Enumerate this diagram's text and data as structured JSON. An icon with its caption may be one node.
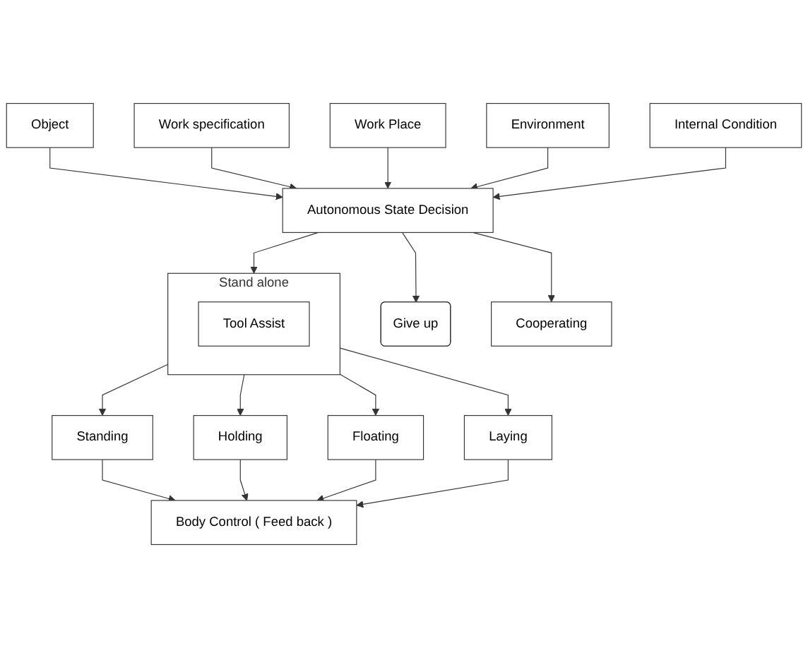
{
  "diagram": {
    "nodes": [
      {
        "text": [
          "Object"
        ]
      },
      {
        "text": [
          "Work specification"
        ]
      },
      {
        "text": [
          "Work Place"
        ]
      },
      {
        "text": [
          "Environment"
        ]
      },
      {
        "text": [
          "Internal Condition"
        ]
      },
      {
        "text": [
          "Autonomous State Decision"
        ]
      },
      {
        "text": [
          "Give up"
        ]
      },
      {
        "text": [
          "Cooperating"
        ]
      },
      {
        "text": [
          "Stand alone"
        ]
      },
      {
        "text": [
          "Tool Assist"
        ],
        "in": 8
      },
      {
        "text": [
          "Standing"
        ]
      },
      {
        "text": [
          "Holding"
        ]
      },
      {
        "text": [
          "Floating"
        ]
      },
      {
        "text": [
          "Laying"
        ]
      },
      {
        "text": [
          "Body Control ( Feed back )"
        ]
      }
    ],
    "edges": [
      {
        "from": 0,
        "to": 5,
        "arrow": "to"
      },
      {
        "from": 1,
        "to": 5,
        "arrow": "to"
      },
      {
        "from": 2,
        "to": 5,
        "arrow": "to"
      },
      {
        "from": 3,
        "to": 5,
        "arrow": "to"
      },
      {
        "from": 4,
        "to": 5,
        "arrow": "to"
      },
      {
        "from": 5,
        "to": 6,
        "arrow": "to"
      },
      {
        "from": 5,
        "to": 7,
        "arrow": "to"
      },
      {
        "from": 5,
        "to": 8,
        "arrow": "to"
      },
      {
        "from": 8,
        "to": 10,
        "arrow": "to"
      },
      {
        "from": 8,
        "to": 11,
        "arrow": "to"
      },
      {
        "from": 8,
        "to": 12,
        "arrow": "to"
      },
      {
        "from": 8,
        "to": 13,
        "arrow": "to"
      },
      {
        "from": 10,
        "to": 14,
        "arrow": "to"
      },
      {
        "from": 11,
        "to": 14,
        "arrow": "to"
      },
      {
        "from": 12,
        "to": 14,
        "arrow": "to"
      },
      {
        "from": 13,
        "to": 14,
        "arrow": "to"
      }
    ]
  }
}
